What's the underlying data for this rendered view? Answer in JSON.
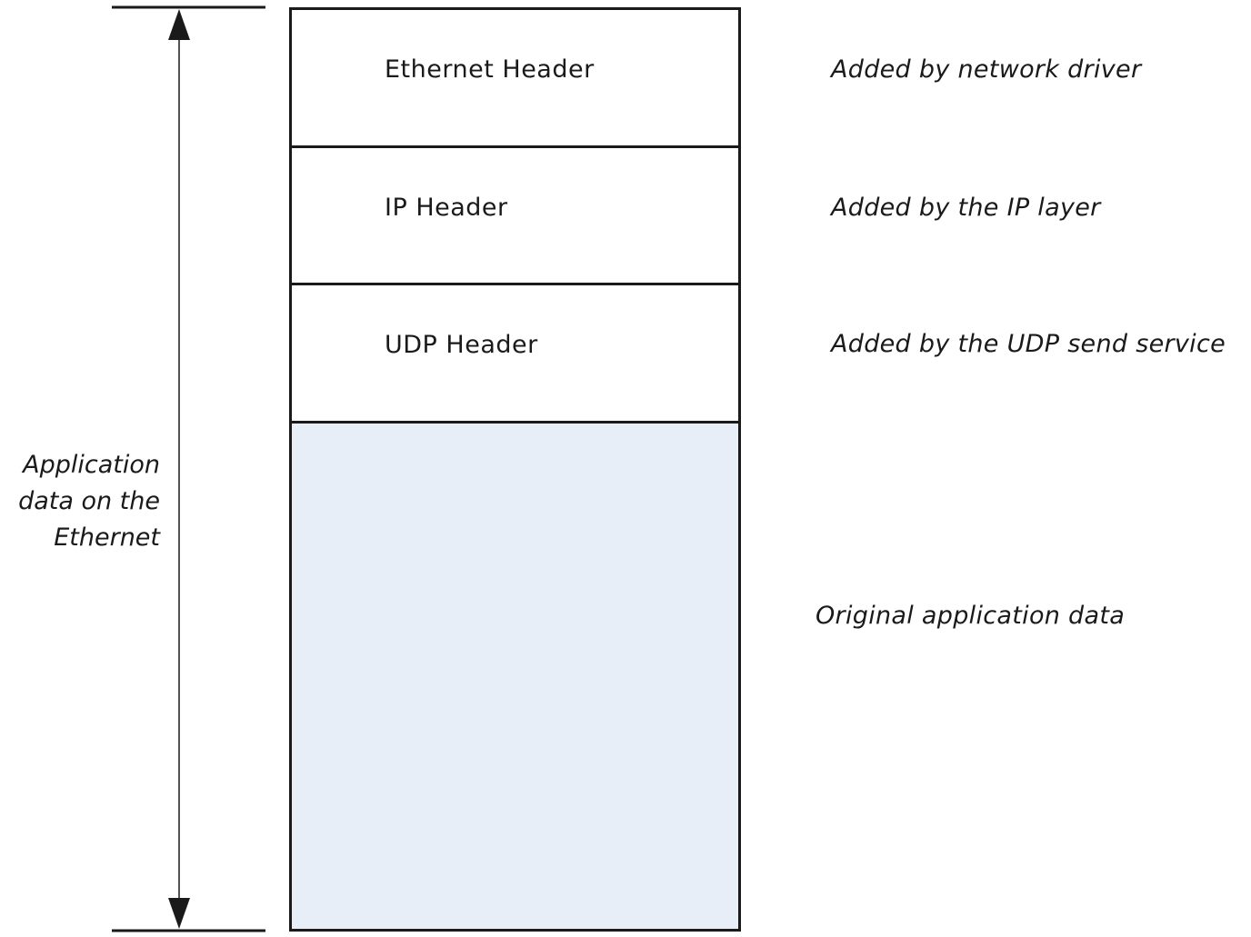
{
  "layers": [
    {
      "label": "Ethernet Header",
      "note": "Added by network driver"
    },
    {
      "label": "IP Header",
      "note": "Added by the IP layer"
    },
    {
      "label": "UDP Header",
      "note": "Added by the UDP send service"
    }
  ],
  "payload": {
    "note": "Original application data",
    "fill_color": "#e8eef8"
  },
  "extent_label": {
    "lines": [
      "Application",
      "data on the",
      "Ethernet"
    ]
  },
  "colors": {
    "stroke": "#1a1a1a",
    "background": "#ffffff"
  }
}
